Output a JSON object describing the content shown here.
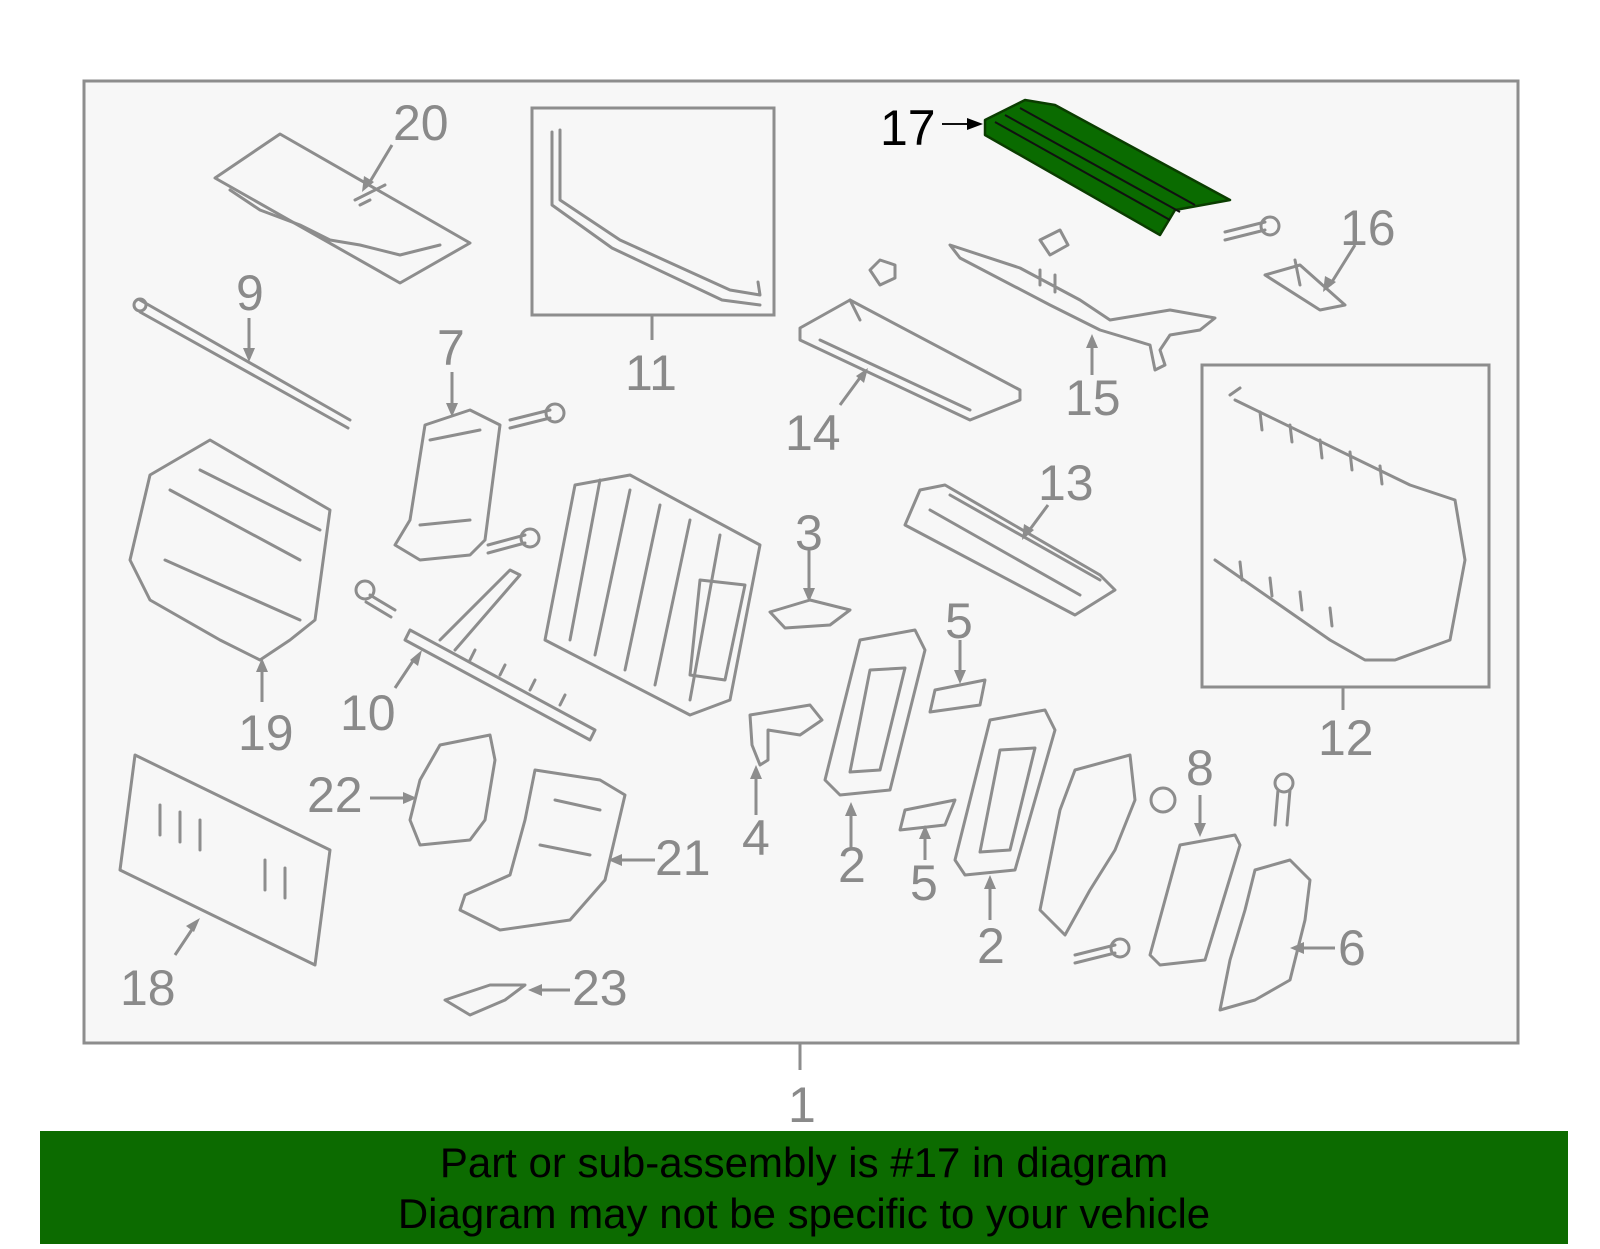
{
  "diagram": {
    "highlighted_part": "17",
    "highlight_color": "#0a6b00",
    "callouts": {
      "c1": "1",
      "c2a": "2",
      "c2b": "2",
      "c3": "3",
      "c4": "4",
      "c5a": "5",
      "c5b": "5",
      "c6": "6",
      "c7": "7",
      "c8": "8",
      "c9": "9",
      "c10": "10",
      "c11": "11",
      "c12": "12",
      "c13": "13",
      "c14": "14",
      "c15": "15",
      "c16": "16",
      "c17": "17",
      "c18": "18",
      "c19": "19",
      "c20": "20",
      "c21": "21",
      "c22": "22",
      "c23": "23"
    }
  },
  "banner": {
    "line1": "Part or sub-assembly is #17 in diagram",
    "line2": "Diagram may not be specific to your vehicle",
    "color": "#0c6b00"
  }
}
